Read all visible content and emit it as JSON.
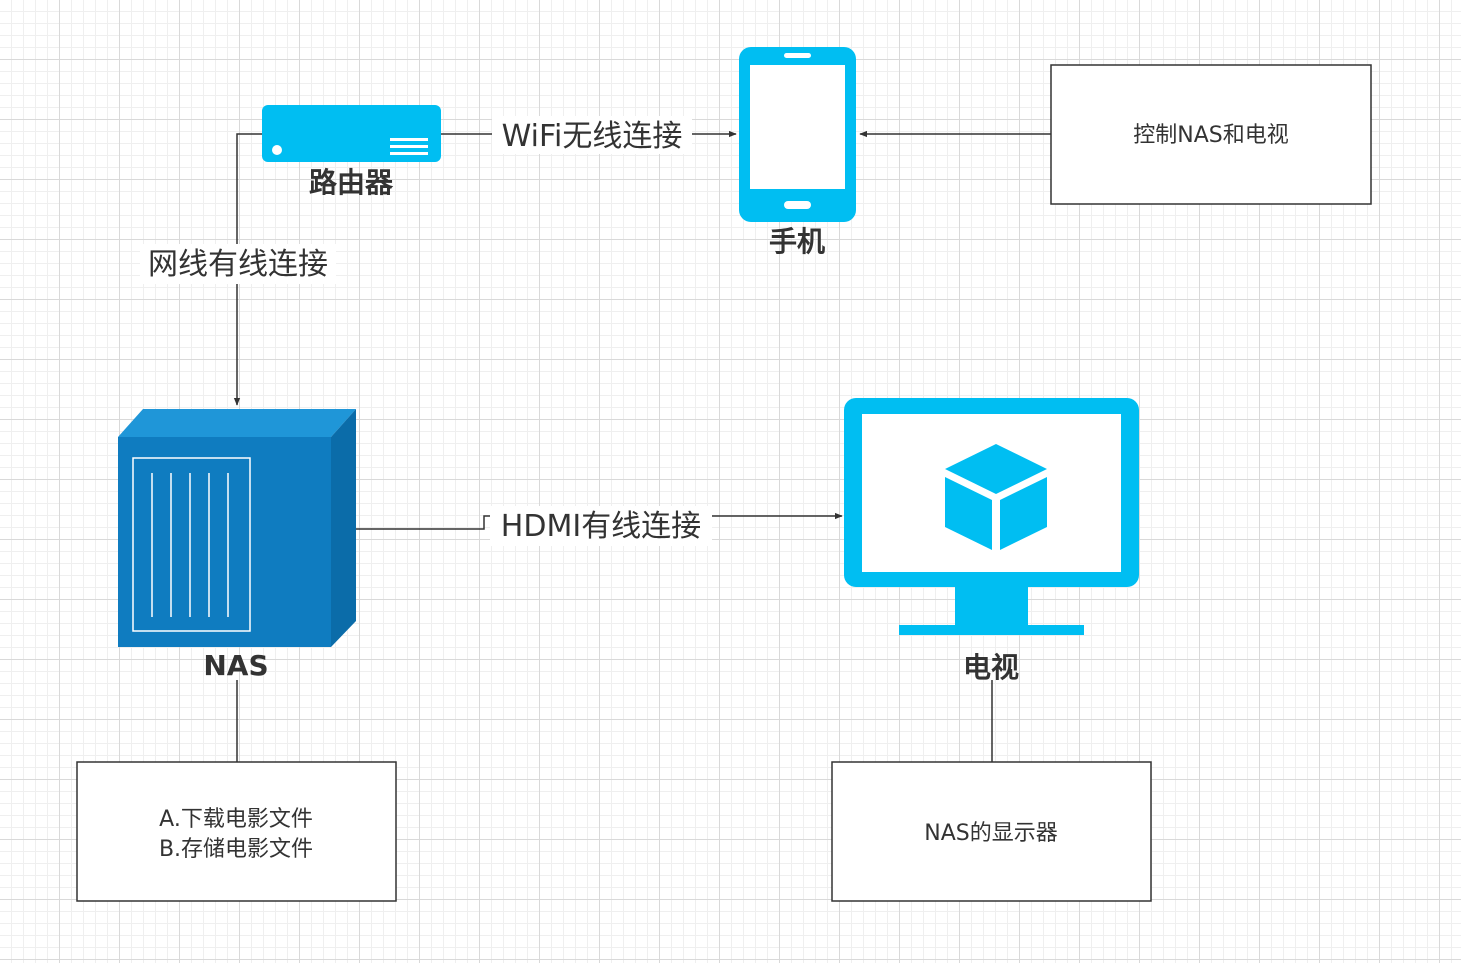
{
  "colors": {
    "icon_blue": "#00BEF2",
    "nas_front": "#0F7CC0",
    "nas_top": "#1F96D8",
    "nas_side": "#0B6CA9",
    "line": "#333333"
  },
  "nodes": {
    "router": {
      "label": "路由器",
      "icon": "router-icon"
    },
    "phone": {
      "label": "手机",
      "icon": "mobile-phone-icon"
    },
    "nas": {
      "label": "NAS",
      "icon": "nas-server-icon"
    },
    "tv": {
      "label": "电视",
      "icon": "monitor-icon"
    }
  },
  "edges": {
    "wifi": "WiFi无线连接",
    "ethernet": "网线有线连接",
    "hdmi": "HDMI有线连接"
  },
  "notes": {
    "phone_note": "控制NAS和电视",
    "nas_note_line1": "A.下载电影文件",
    "nas_note_line2": "B.存储电影文件",
    "tv_note": "NAS的显示器"
  }
}
